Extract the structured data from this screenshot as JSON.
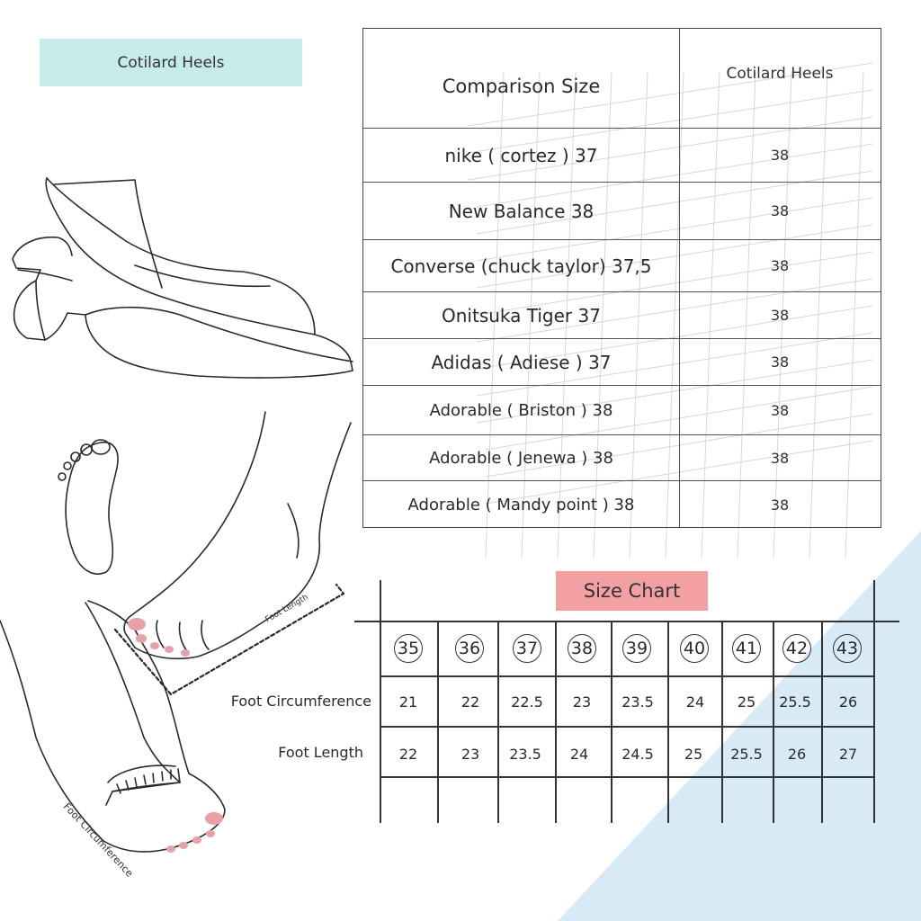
{
  "brand_label": "Cotilard Heels",
  "comparison": {
    "header": {
      "left": "Comparison Size",
      "right": "Cotilard Heels"
    },
    "rows": [
      {
        "brand": "nike ( cortez ) 37",
        "size": "38"
      },
      {
        "brand": "New Balance 38",
        "size": "38"
      },
      {
        "brand": "Converse (chuck taylor) 37,5",
        "size": "38"
      },
      {
        "brand": "Onitsuka Tiger 37",
        "size": "38"
      },
      {
        "brand": "Adidas ( Adiese ) 37",
        "size": "38"
      },
      {
        "brand": "Adorable ( Briston ) 38",
        "size": "38"
      },
      {
        "brand": "Adorable ( Jenewa ) 38",
        "size": "38"
      },
      {
        "brand": "Adorable ( Mandy point ) 38",
        "size": "38"
      }
    ]
  },
  "size_chart": {
    "title": "Size Chart",
    "sizes": [
      "35",
      "36",
      "37",
      "38",
      "39",
      "40",
      "41",
      "42",
      "43"
    ],
    "row_labels": {
      "circumference": "Foot Circumference",
      "length": "Foot Length"
    },
    "circumference": [
      "21",
      "22",
      "22.5",
      "23",
      "23.5",
      "24",
      "25",
      "25.5",
      "26"
    ],
    "length": [
      "22",
      "23",
      "23.5",
      "24",
      "24.5",
      "25",
      "25.5",
      "26",
      "27"
    ]
  },
  "illustration_labels": {
    "foot_length": "Foot Length",
    "foot_circumference": "Foot Circumference"
  },
  "colors": {
    "brand_label_bg": "#c7ebeb",
    "size_chart_title_bg": "#f2a0a2",
    "triangle": "#d6e9f6",
    "toenail": "#e8a0a8"
  }
}
